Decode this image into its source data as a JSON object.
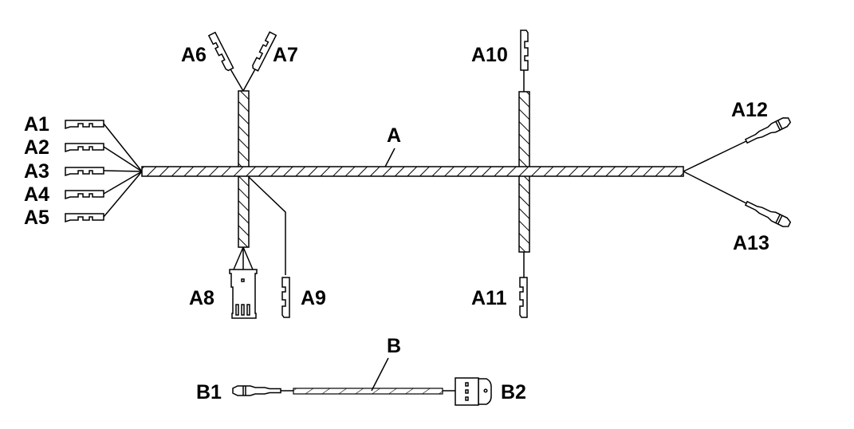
{
  "diagram": {
    "harness_a": {
      "label": "A",
      "connectors": [
        "A1",
        "A2",
        "A3",
        "A4",
        "A5",
        "A6",
        "A7",
        "A8",
        "A9",
        "A10",
        "A11",
        "A12",
        "A13"
      ]
    },
    "harness_b": {
      "label": "B",
      "connectors": [
        "B1",
        "B2"
      ]
    },
    "colors": {
      "line": "#000000",
      "background": "#ffffff"
    }
  }
}
